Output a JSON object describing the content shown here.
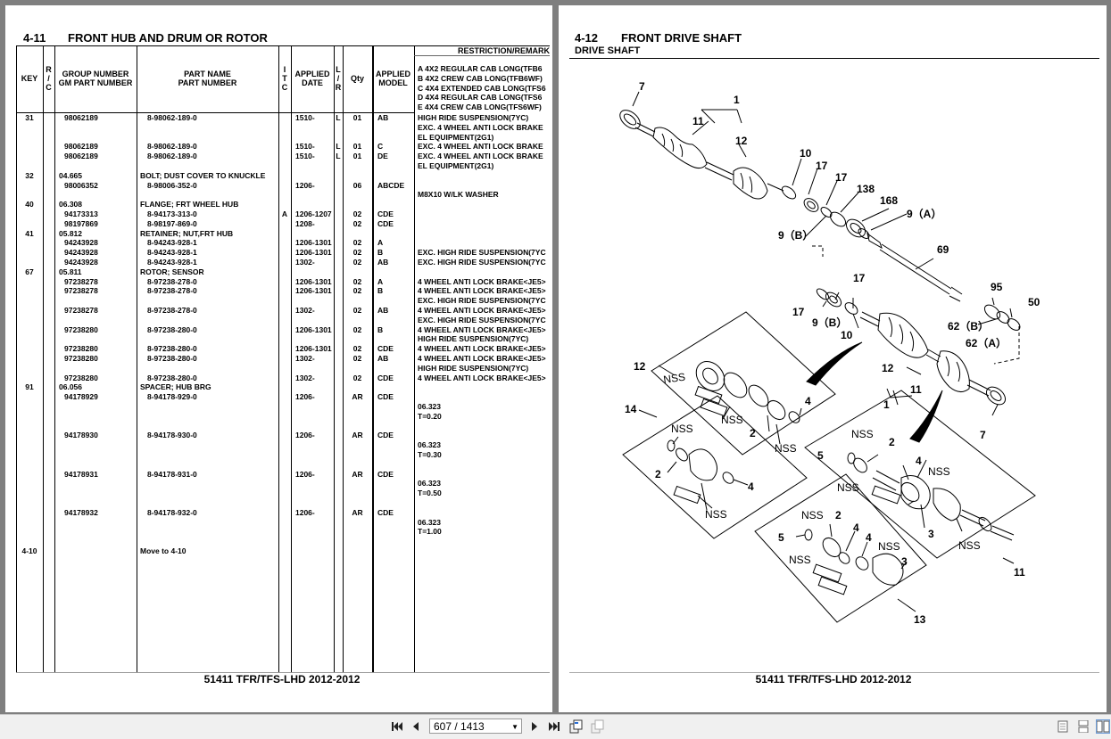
{
  "left_page": {
    "section_no": "4-11",
    "section_title": "FRONT HUB AND DRUM OR ROTOR",
    "footer": "51411 TFR/TFS-LHD 2012-2012",
    "headers": {
      "key": "KEY",
      "rc": [
        "R",
        "/",
        "C"
      ],
      "group": "GROUP NUMBER\nGM PART NUMBER",
      "part": "PART NAME\nPART NUMBER",
      "itc": [
        "I",
        "T",
        "C"
      ],
      "date": "APPLIED\nDATE",
      "lr": [
        "L",
        "/",
        "R"
      ],
      "qty": "Qty",
      "model": "APPLIED\nMODEL",
      "restriction": "RESTRICTION/REMARK"
    },
    "model_legend": [
      "A 4X2 REGULAR CAB LONG(TFB6",
      "B 4X2 CREW CAB LONG(TFB6WF)",
      "C 4X4 EXTENDED CAB LONG(TFS6",
      "D 4X4 REGULAR CAB LONG(TFS6",
      "E 4X4 CREW CAB LONG(TFS6WF)"
    ],
    "rows": [
      {
        "key": "31",
        "group": "98062189",
        "part": "8-98062-189-0",
        "date": "1510-",
        "lr": "L",
        "qty": "01",
        "model": "AB",
        "remark": "HIGH RIDE SUSPENSION(7YC)"
      },
      {
        "remark": "EXC. 4 WHEEL ANTI LOCK BRAKE"
      },
      {
        "remark": "EL EQUIPMENT(2G1)"
      },
      {
        "group": "98062189",
        "part": "8-98062-189-0",
        "date": "1510-",
        "lr": "L",
        "qty": "01",
        "model": "C",
        "remark": "EXC. 4 WHEEL ANTI LOCK BRAKE"
      },
      {
        "group": "98062189",
        "part": "8-98062-189-0",
        "date": "1510-",
        "lr": "L",
        "qty": "01",
        "model": "DE",
        "remark": "EXC. 4 WHEEL ANTI LOCK BRAKE"
      },
      {
        "remark": "EL EQUIPMENT(2G1)"
      },
      {
        "key": "32",
        "group": "04.665",
        "part": "BOLT; DUST COVER TO KNUCKLE",
        "group_row": true
      },
      {
        "group": "98006352",
        "part": "8-98006-352-0",
        "date": "1206-",
        "qty": "06",
        "model": "ABCDE"
      },
      {
        "remark": "M8X10 W/LK WASHER"
      },
      {
        "key": "40",
        "group": "06.308",
        "part": "FLANGE; FRT WHEEL HUB",
        "group_row": true
      },
      {
        "group": "94173313",
        "part": "8-94173-313-0",
        "itc": "A",
        "date": "1206-1207",
        "qty": "02",
        "model": "CDE"
      },
      {
        "group": "98197869",
        "part": "8-98197-869-0",
        "date": "1208-",
        "qty": "02",
        "model": "CDE"
      },
      {
        "key": "41",
        "group": "05.812",
        "part": "RETAINER; NUT,FRT HUB",
        "group_row": true
      },
      {
        "group": "94243928",
        "part": "8-94243-928-1",
        "date": "1206-1301",
        "qty": "02",
        "model": "A"
      },
      {
        "group": "94243928",
        "part": "8-94243-928-1",
        "date": "1206-1301",
        "qty": "02",
        "model": "B",
        "remark": "EXC. HIGH RIDE SUSPENSION(7YC"
      },
      {
        "group": "94243928",
        "part": "8-94243-928-1",
        "date": "1302-",
        "qty": "02",
        "model": "AB",
        "remark": "EXC. HIGH RIDE SUSPENSION(7YC"
      },
      {
        "key": "67",
        "group": "05.811",
        "part": "ROTOR; SENSOR",
        "group_row": true
      },
      {
        "group": "97238278",
        "part": "8-97238-278-0",
        "date": "1206-1301",
        "qty": "02",
        "model": "A",
        "remark": "4 WHEEL ANTI LOCK BRAKE<JE5>"
      },
      {
        "group": "97238278",
        "part": "8-97238-278-0",
        "date": "1206-1301",
        "qty": "02",
        "model": "B",
        "remark": "4 WHEEL ANTI LOCK BRAKE<JE5>"
      },
      {
        "remark": "EXC. HIGH RIDE SUSPENSION(7YC"
      },
      {
        "group": "97238278",
        "part": "8-97238-278-0",
        "date": "1302-",
        "qty": "02",
        "model": "AB",
        "remark": "4 WHEEL ANTI LOCK BRAKE<JE5>"
      },
      {
        "remark": "EXC. HIGH RIDE SUSPENSION(7YC"
      },
      {
        "group": "97238280",
        "part": "8-97238-280-0",
        "date": "1206-1301",
        "qty": "02",
        "model": "B",
        "remark": "4 WHEEL ANTI LOCK BRAKE<JE5>"
      },
      {
        "remark": "HIGH RIDE SUSPENSION(7YC)"
      },
      {
        "group": "97238280",
        "part": "8-97238-280-0",
        "date": "1206-1301",
        "qty": "02",
        "model": "CDE",
        "remark": "4 WHEEL ANTI LOCK BRAKE<JE5>"
      },
      {
        "group": "97238280",
        "part": "8-97238-280-0",
        "date": "1302-",
        "qty": "02",
        "model": "AB",
        "remark": "4 WHEEL ANTI LOCK BRAKE<JE5>"
      },
      {
        "remark": "HIGH RIDE SUSPENSION(7YC)"
      },
      {
        "group": "97238280",
        "part": "8-97238-280-0",
        "date": "1302-",
        "qty": "02",
        "model": "CDE",
        "remark": "4 WHEEL ANTI LOCK BRAKE<JE5>"
      },
      {
        "key": "91",
        "group": "06.056",
        "part": "SPACER; HUB BRG",
        "group_row": true
      },
      {
        "group": "94178929",
        "part": "8-94178-929-0",
        "date": "1206-",
        "qty": "AR",
        "model": "CDE"
      },
      {
        "remark": "06.323"
      },
      {
        "remark": "T=0.20"
      },
      {},
      {
        "group": "94178930",
        "part": "8-94178-930-0",
        "date": "1206-",
        "qty": "AR",
        "model": "CDE"
      },
      {
        "remark": "06.323"
      },
      {
        "remark": "T=0.30"
      },
      {},
      {
        "group": "94178931",
        "part": "8-94178-931-0",
        "date": "1206-",
        "qty": "AR",
        "model": "CDE"
      },
      {
        "remark": "06.323"
      },
      {
        "remark": "T=0.50"
      },
      {},
      {
        "group": "94178932",
        "part": "8-94178-932-0",
        "date": "1206-",
        "qty": "AR",
        "model": "CDE"
      },
      {
        "remark": "06.323"
      },
      {
        "remark": "T=1.00"
      },
      {},
      {
        "key": "4-10",
        "part": "Move to 4-10",
        "group_row": true
      }
    ]
  },
  "right_page": {
    "section_no": "4-12",
    "section_title": "FRONT DRIVE SHAFT",
    "subtitle": "DRIVE SHAFT",
    "footer": "51411 TFR/TFS-LHD 2012-2012",
    "callouts": {
      "c7a": "7",
      "c1a": "1",
      "c11a": "11",
      "c12a": "12",
      "c10a": "10",
      "c17a": "17",
      "c17b": "17",
      "c138": "138",
      "c168": "168",
      "c9A": "9（A）",
      "c9B": "9（B）",
      "c69": "69",
      "c17c": "17",
      "c17d": "17",
      "c9B2": "9（B）",
      "c95": "95",
      "c50": "50",
      "c62B": "62（B）",
      "c62A": "62（A）",
      "c10b": "10",
      "c12b": "12",
      "c12c": "12",
      "c11b": "11",
      "c1b": "1",
      "c7b": "7",
      "c14": "14",
      "c4a": "4",
      "c2a": "2",
      "c2b": "2",
      "c4b": "4",
      "c5a": "5",
      "c2c": "2",
      "c4c": "4",
      "c3a": "3",
      "c11c": "11",
      "c5b": "5",
      "c2d": "2",
      "c4d": "4",
      "c4e": "4",
      "c3b": "3",
      "c13": "13"
    },
    "nss_label": "NSS"
  },
  "viewer": {
    "page_indicator": "607 / 1413"
  }
}
